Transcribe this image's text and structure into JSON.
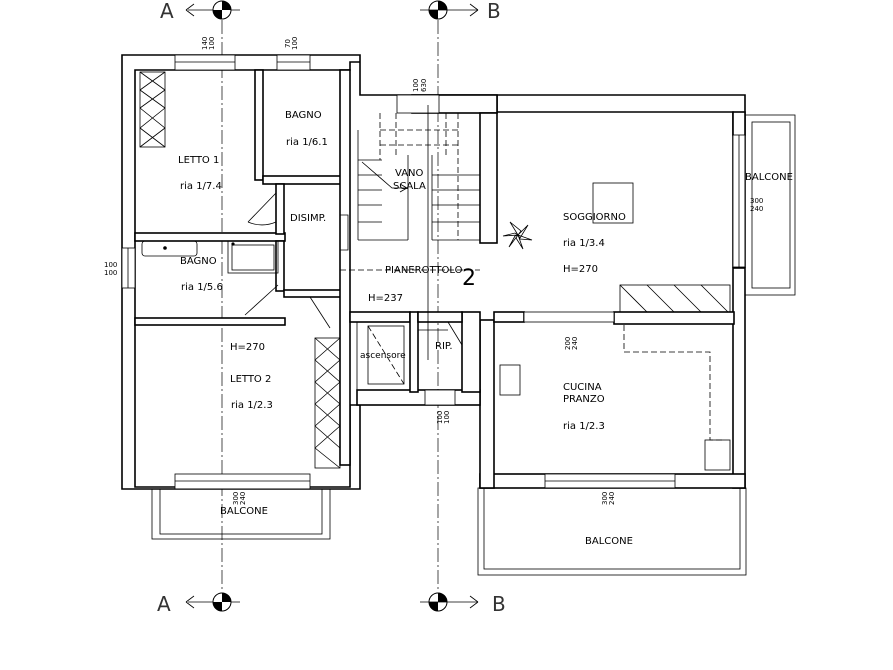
{
  "sections": [
    {
      "key": "a_top",
      "label": "A"
    },
    {
      "key": "b_top",
      "label": "B"
    },
    {
      "key": "a_bottom",
      "label": "A"
    },
    {
      "key": "b_bottom",
      "label": "B"
    }
  ],
  "rooms": {
    "letto1": {
      "name": "LETTO 1",
      "ratio": "ria 1/7.4"
    },
    "bagno_top": {
      "name": "BAGNO",
      "ratio": "ria 1/6.1"
    },
    "disimp": {
      "name": "DISIMP."
    },
    "bagno_mid": {
      "name": "BAGNO",
      "ratio": "ria 1/5.6"
    },
    "letto2": {
      "height": "H=270",
      "name": "LETTO 2",
      "ratio": "ria 1/2.3"
    },
    "vano_scala": {
      "name_line1": "VANO",
      "name_line2": "SCALA"
    },
    "pianerottolo": {
      "name": "PIANEROTTOLO",
      "height": "H=237"
    },
    "ascensore": {
      "name": "ascensore"
    },
    "rip": {
      "name": "RIP."
    },
    "soggiorno": {
      "name": "SOGGIORNO",
      "ratio": "ria 1/3.4",
      "height": "H=270"
    },
    "cucina": {
      "name_line1": "CUCINA",
      "name_line2": "PRANZO",
      "ratio": "ria 1/2.3"
    },
    "balcone_right": {
      "name": "BALCONE"
    },
    "balcone_left": {
      "name": "BALCONE"
    },
    "balcone_bottom": {
      "name": "BALCONE"
    }
  },
  "floor_number": "2",
  "dimensions": [
    {
      "key": "d1",
      "top": "140",
      "bottom": "100"
    },
    {
      "key": "d2",
      "top": "70",
      "bottom": "100"
    },
    {
      "key": "d3",
      "top": "100",
      "bottom": "630"
    },
    {
      "key": "d4",
      "top": "300",
      "bottom": "240"
    },
    {
      "key": "d5",
      "top": "100",
      "bottom": "100"
    },
    {
      "key": "d6",
      "top": "200",
      "bottom": "240"
    },
    {
      "key": "d7",
      "top": "100",
      "bottom": "100"
    },
    {
      "key": "d8",
      "top": "300",
      "bottom": "240"
    },
    {
      "key": "d9",
      "top": "300",
      "bottom": "240"
    }
  ]
}
